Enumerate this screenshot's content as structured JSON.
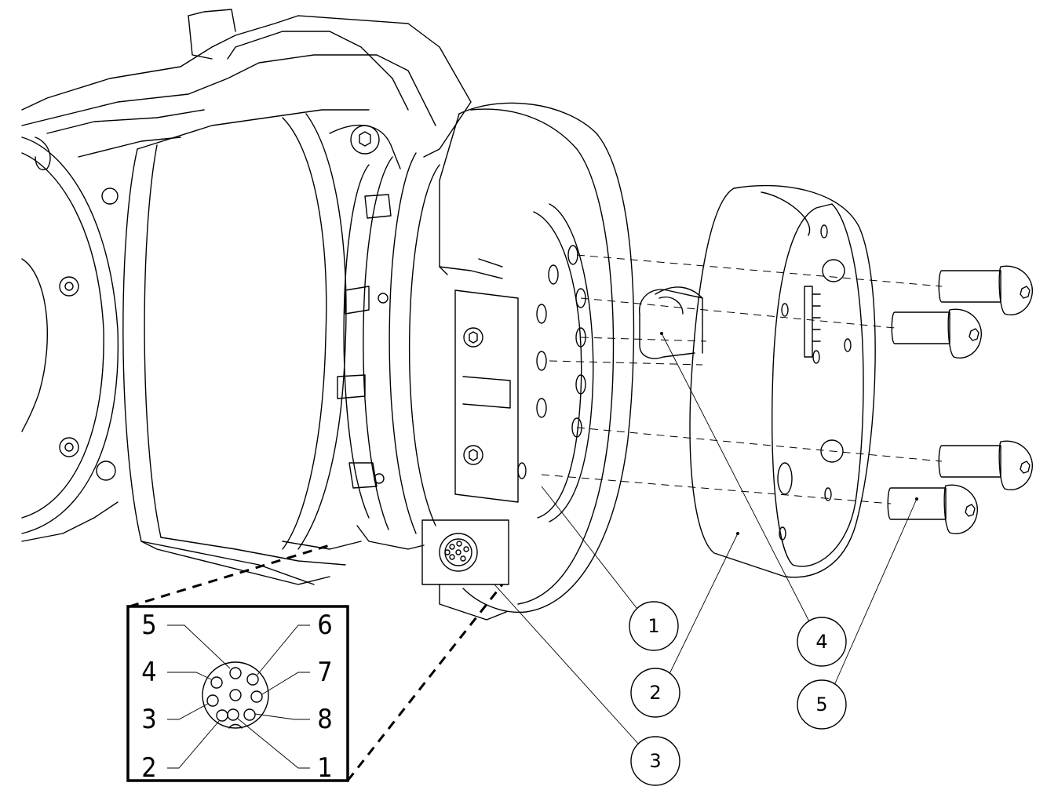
{
  "callouts": [
    {
      "id": "1",
      "label": "1"
    },
    {
      "id": "2",
      "label": "2"
    },
    {
      "id": "3",
      "label": "3"
    },
    {
      "id": "4",
      "label": "4"
    },
    {
      "id": "5",
      "label": "5"
    }
  ],
  "pinout": {
    "pins": [
      {
        "label": "5"
      },
      {
        "label": "4"
      },
      {
        "label": "3"
      },
      {
        "label": "2"
      },
      {
        "label": "6"
      },
      {
        "label": "7"
      },
      {
        "label": "8"
      },
      {
        "label": "1"
      }
    ]
  }
}
